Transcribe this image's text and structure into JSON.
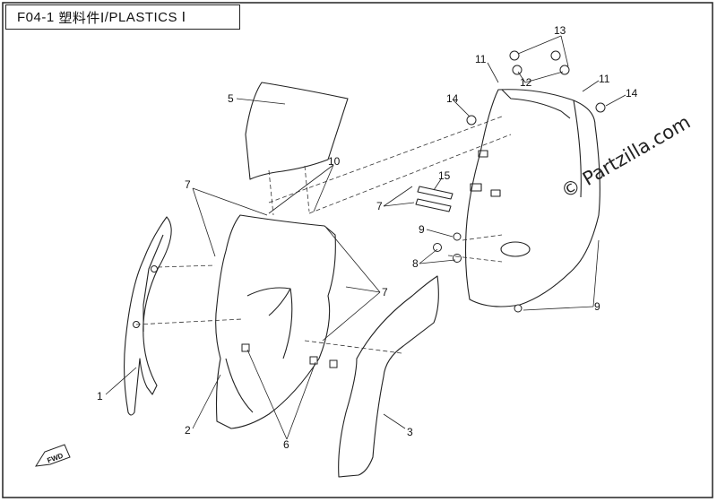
{
  "diagram": {
    "title_code": "F04-1",
    "title_cjk": "塑料件Ⅰ",
    "title_en": "/PLASTICS Ⅰ",
    "watermark": "© Partzilla.com",
    "fwd_label": "FWD",
    "callouts": {
      "c1": "1",
      "c2": "2",
      "c3": "3",
      "c5": "5",
      "c6": "6",
      "c7a": "7",
      "c7b": "7",
      "c7c": "7",
      "c8": "8",
      "c9a": "9",
      "c9b": "9",
      "c10": "10",
      "c11a": "11",
      "c11b": "11",
      "c12": "12",
      "c13": "13",
      "c14a": "14",
      "c14b": "14",
      "c15": "15"
    }
  }
}
